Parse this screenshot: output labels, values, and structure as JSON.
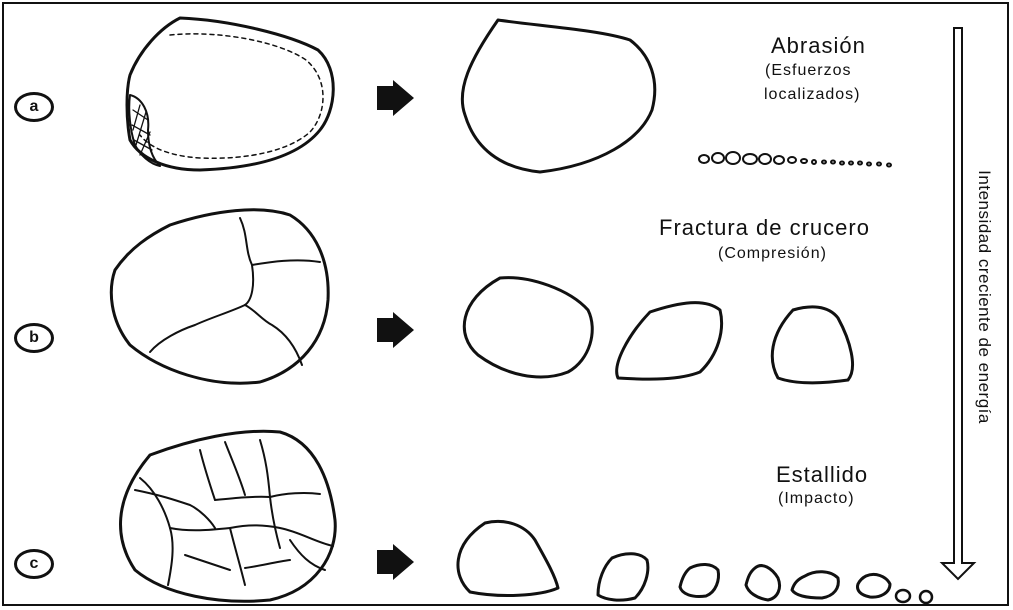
{
  "rows": [
    {
      "letter": "a",
      "title": "Abrasión",
      "subtitle_lines": [
        "(Esfuerzos",
        "localizados)"
      ]
    },
    {
      "letter": "b",
      "title": "Fractura de crucero",
      "subtitle_lines": [
        "(Compresión)"
      ]
    },
    {
      "letter": "c",
      "title": "Estallido",
      "subtitle_lines": [
        "(Impacto)"
      ]
    }
  ],
  "axis_label": "Intensidad creciente de energía"
}
